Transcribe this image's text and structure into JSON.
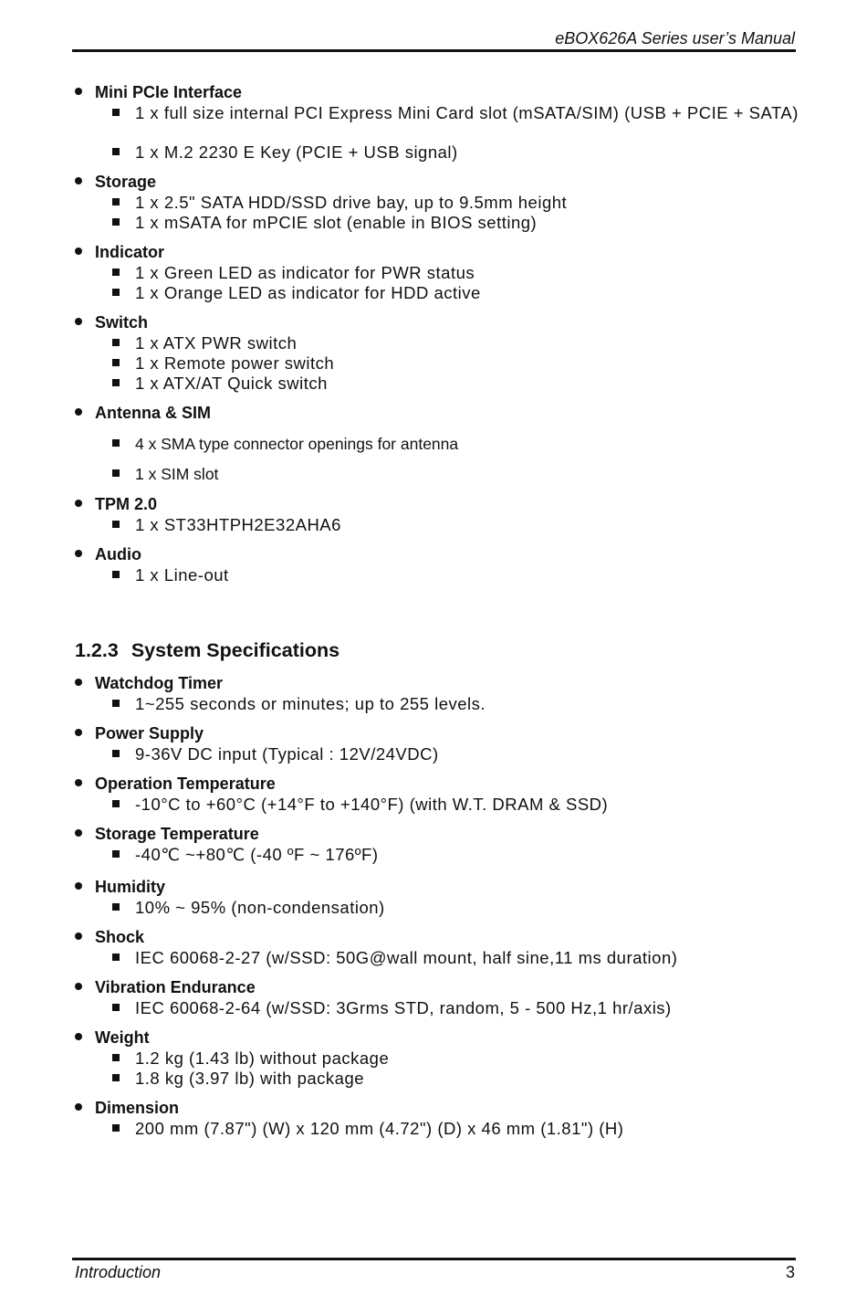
{
  "header": {
    "title": "eBOX626A Series user’s Manual"
  },
  "footer": {
    "left": "Introduction",
    "page_number": "3"
  },
  "groups_top": [
    {
      "title": "Mini PCIe Interface",
      "items": [
        "1 x full size internal PCI Express Mini Card slot (mSATA/SIM) (USB + PCIE + SATA)",
        "1 x M.2 2230 E Key (PCIE + USB signal)"
      ]
    },
    {
      "title": "Storage",
      "items": [
        "1 x 2.5\" SATA HDD/SSD drive bay, up to 9.5mm height",
        "1 x mSATA for mPCIE slot (enable in BIOS setting)"
      ]
    },
    {
      "title": "Indicator",
      "items": [
        "1 x Green LED as indicator for PWR status",
        "1 x Orange LED as indicator for HDD active"
      ]
    },
    {
      "title": "Switch",
      "items": [
        "1 x ATX PWR switch",
        "1 x Remote power switch",
        "1 x ATX/AT Quick switch"
      ]
    },
    {
      "title": "Antenna & SIM",
      "items": [
        "4 x SMA type connector openings for antenna",
        "1 x SIM slot"
      ]
    },
    {
      "title": "TPM 2.0",
      "items": [
        "1 x ST33HTPH2E32AHA6"
      ]
    },
    {
      "title": "Audio",
      "items": [
        "1 x Line-out"
      ]
    }
  ],
  "section": {
    "number": "1.2.3",
    "title": "System Specifications"
  },
  "groups_bottom": [
    {
      "title": "Watchdog Timer",
      "items": [
        "1~255 seconds or minutes; up to 255 levels."
      ]
    },
    {
      "title": "Power Supply",
      "items": [
        "9-36V DC input (Typical : 12V/24VDC)"
      ]
    },
    {
      "title": "Operation Temperature",
      "items": [
        "-10°C to +60°C (+14°F to +140°F) (with W.T. DRAM & SSD)"
      ]
    },
    {
      "title": "Storage Temperature",
      "items": [
        "-40℃ ~+80℃ (-40 ºF ~ 176ºF)"
      ]
    },
    {
      "title": "Humidity",
      "items": [
        "10% ~ 95% (non-condensation)"
      ]
    },
    {
      "title": "Shock",
      "items": [
        "IEC 60068-2-27 (w/SSD: 50G@wall mount, half sine,11 ms duration)"
      ]
    },
    {
      "title": "Vibration Endurance",
      "items": [
        "IEC 60068-2-64 (w/SSD: 3Grms STD, random, 5 - 500 Hz,1 hr/axis)"
      ]
    },
    {
      "title": "Weight",
      "items": [
        "1.2 kg (1.43 lb) without package",
        "1.8 kg (3.97 lb) with package"
      ]
    },
    {
      "title": "Dimension",
      "items": [
        "200 mm (7.87\") (W) x 120 mm (4.72\") (D) x 46 mm (1.81\") (H)"
      ]
    }
  ]
}
